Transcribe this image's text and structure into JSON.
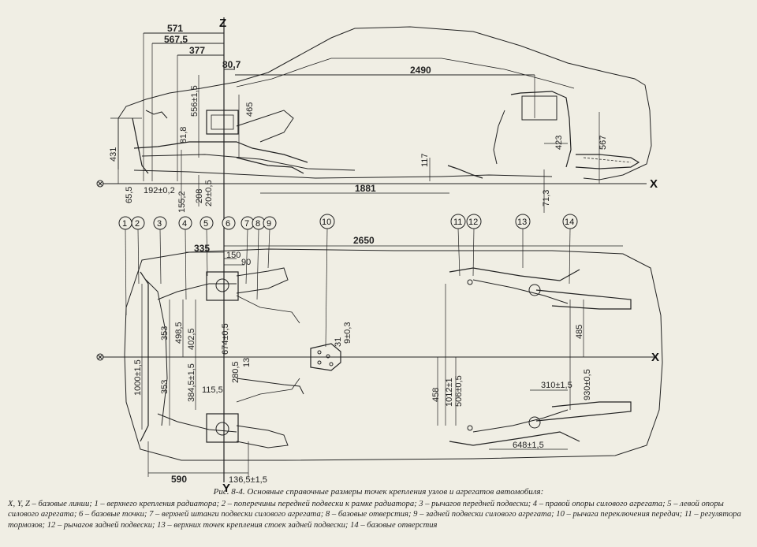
{
  "axes": {
    "x": "X",
    "y": "Y",
    "z": "Z"
  },
  "side_view": {
    "dims": {
      "d571": "571",
      "d567_5": "567,5",
      "d377": "377",
      "d80_7": "80,7",
      "d2490": "2490",
      "d556": "556±1,5",
      "d465": "465",
      "d81_8": "81,8",
      "d431": "431",
      "d192": "192±0,2",
      "d65_5": "65,5",
      "d155_2": "155,2",
      "d208": "208",
      "d20": "20±0,5",
      "d1881": "1881",
      "d117": "117",
      "d423": "423",
      "d567": "567",
      "d71_3": "71,3"
    }
  },
  "markers": [
    "1",
    "2",
    "3",
    "4",
    "5",
    "6",
    "7",
    "8",
    "9",
    "10",
    "11",
    "12",
    "13",
    "14"
  ],
  "plan_view": {
    "dims": {
      "d2650": "2650",
      "d335": "335",
      "d150": "150",
      "d90": "90",
      "d353a": "353",
      "d498_5": "498,5",
      "d402_5": "402,5",
      "d353b": "353",
      "d384_5": "384,5±1,5",
      "d1000": "1000±1,5",
      "d674": "674±0,5",
      "d280_5": "280,5",
      "d13": "13",
      "d115_5": "115,5",
      "d31": "31",
      "d9": "9±0,3",
      "d458": "458",
      "d1012": "1012±1",
      "d506": "506±0,5",
      "d485": "485",
      "d930": "930±0,5",
      "d310": "310±1,5",
      "d648": "648±1,5",
      "d590": "590",
      "d136_5": "136,5±1,5"
    }
  },
  "caption": {
    "title": "Рис. 8-4. Основные справочные размеры точек крепления узлов и агрегатов автомобиля:",
    "body": "X, Y, Z – базовые линии; 1 – верхнего крепления радиатора; 2 – поперечины передней подвески к рамке радиатора; 3 – рычагов передней подвески; 4 – правой опоры силового агрегата; 5 – левой опоры силового агрегата; 6 – базовые точки; 7 – верхней штанги подвески силового агрегата; 8 – базовые отверстия; 9 – задней подвески силового агрегата; 10 – рычага переключения передач; 11 – регулятора тормозов; 12 – рычагов задней подвески; 13 – верхних точек крепления стоек задней подвески; 14 – базовые отверстия"
  }
}
